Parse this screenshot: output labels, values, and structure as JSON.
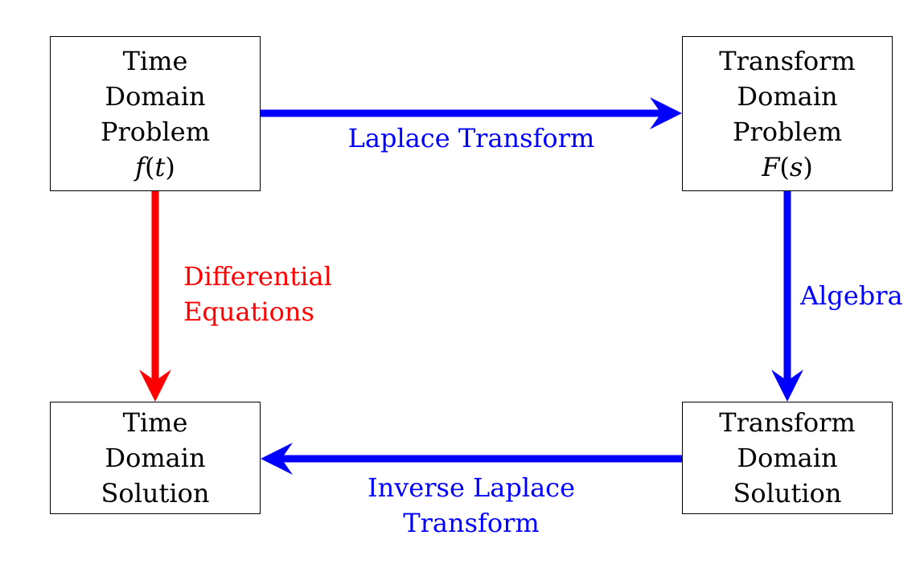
{
  "colors": {
    "blue": "#0000ff",
    "red": "#ff0000",
    "box_border": "#000000"
  },
  "nodes": {
    "time_problem": {
      "lines": [
        "Time",
        "Domain",
        "Problem"
      ],
      "math": "f(t)"
    },
    "transform_problem": {
      "lines": [
        "Transform",
        "Domain",
        "Problem"
      ],
      "math": "F(s)"
    },
    "time_solution": {
      "lines": [
        "Time",
        "Domain",
        "Solution"
      ]
    },
    "transform_solution": {
      "lines": [
        "Transform",
        "Domain",
        "Solution"
      ]
    }
  },
  "edges": {
    "laplace": {
      "from": "time_problem",
      "to": "transform_problem",
      "color": "blue",
      "label_lines": [
        "Laplace Transform"
      ]
    },
    "algebra": {
      "from": "transform_problem",
      "to": "transform_solution",
      "color": "blue",
      "label_lines": [
        "Algebra"
      ]
    },
    "inverse": {
      "from": "transform_solution",
      "to": "time_solution",
      "color": "blue",
      "label_lines": [
        "Inverse Laplace",
        "Transform"
      ]
    },
    "differential": {
      "from": "time_problem",
      "to": "time_solution",
      "color": "red",
      "label_lines": [
        "Differential",
        "Equations"
      ]
    }
  }
}
